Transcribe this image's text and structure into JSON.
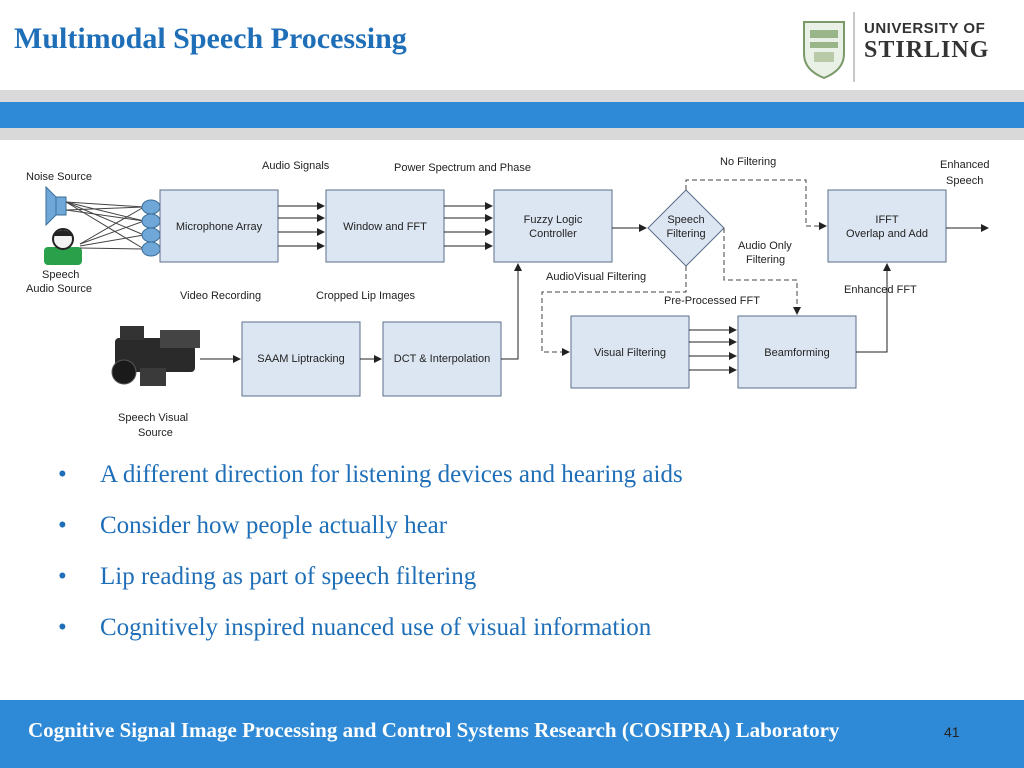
{
  "slide": {
    "title": "Multimodal Speech Processing",
    "logo": {
      "line1": "UNIVERSITY OF",
      "line2": "STIRLING"
    },
    "bullets": [
      "A different direction for listening devices and hearing aids",
      "Consider how people actually hear",
      "Lip reading as part of speech filtering",
      "Cognitively inspired nuanced use of visual information"
    ],
    "footer": "Cognitive Signal Image Processing and Control Systems Research (COSIPRA) Laboratory",
    "page_number": "41"
  },
  "diagram": {
    "labels": {
      "noise_source": "Noise Source",
      "speech_audio_1": "Speech",
      "speech_audio_2": "Audio  Source",
      "audio_signals": "Audio Signals",
      "power_spectrum": "Power Spectrum and Phase",
      "no_filtering": "No Filtering",
      "enhanced_speech_1": "Enhanced",
      "enhanced_speech_2": "Speech",
      "video_recording": "Video Recording",
      "cropped_lip": "Cropped Lip Images",
      "audiovisual_filtering": "AudioVisual Filtering",
      "audio_only_1": "Audio Only",
      "audio_only_2": "Filtering",
      "pre_processed_fft": "Pre-Processed FFT",
      "enhanced_fft": "Enhanced FFT",
      "speech_visual_1": "Speech Visual",
      "speech_visual_2": "Source"
    },
    "boxes": {
      "microphone_array": "Microphone Array",
      "window_fft": "Window and FFT",
      "fuzzy_1": "Fuzzy Logic",
      "fuzzy_2": "Controller",
      "decision_1": "Speech",
      "decision_2": "Filtering",
      "ifft_1": "IFFT",
      "ifft_2": "Overlap and Add",
      "saam": "SAAM Liptracking",
      "dct": "DCT & Interpolation",
      "visual_filtering": "Visual Filtering",
      "beamforming": "Beamforming"
    }
  },
  "colors": {
    "accent": "#1f6fb8",
    "band": "#2e8ad6",
    "box_fill": "#dce6f2",
    "box_stroke": "#5a6e8a"
  }
}
